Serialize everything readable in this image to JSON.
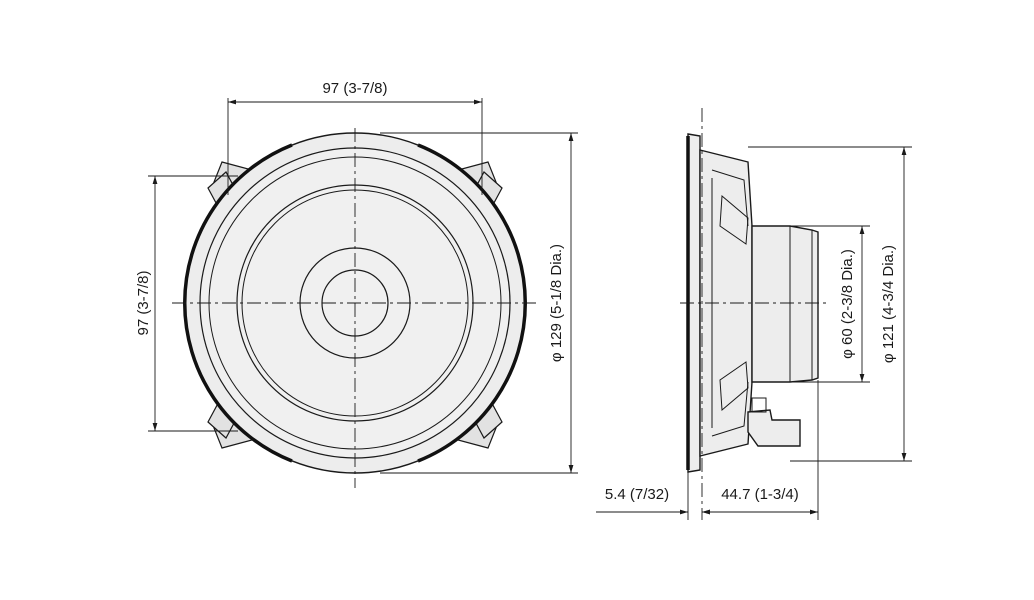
{
  "front_view": {
    "width_label": "97 (3-7/8)",
    "height_label": "97 (3-7/8)",
    "outer_diameter_label": "φ 129 (5-1/8 Dia.)"
  },
  "side_view": {
    "magnet_diameter_label": "φ 60 (2-3/8 Dia.)",
    "cutout_diameter_label": "φ 121 (4-3/4 Dia.)",
    "flange_depth_label": "5.4 (7/32)",
    "mount_depth_label": "44.7 (1-3/4)"
  },
  "colors": {
    "line": "#1a1a1a",
    "fill": "#ededed",
    "background": "#ffffff"
  }
}
